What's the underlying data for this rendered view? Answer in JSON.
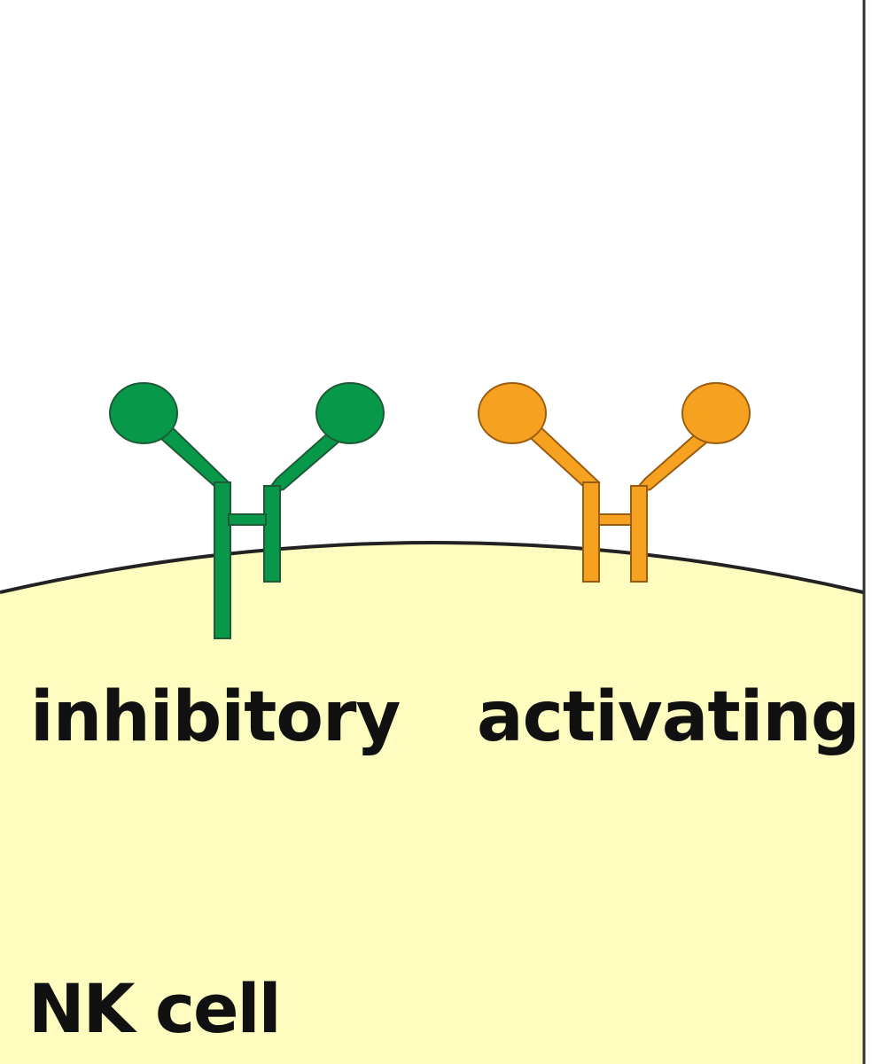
{
  "labels": {
    "inhibitory": "inhibitory",
    "activating": "activating",
    "cell": "NK cell"
  },
  "colors": {
    "cell_fill": "#fefcbf",
    "membrane": "#222222",
    "inhibitory_receptor": "#07984a",
    "activating_receptor": "#f6a11f",
    "receptor_outline": "#1e5a36",
    "activating_outline": "#9a5d10",
    "label_text": "#111111"
  }
}
